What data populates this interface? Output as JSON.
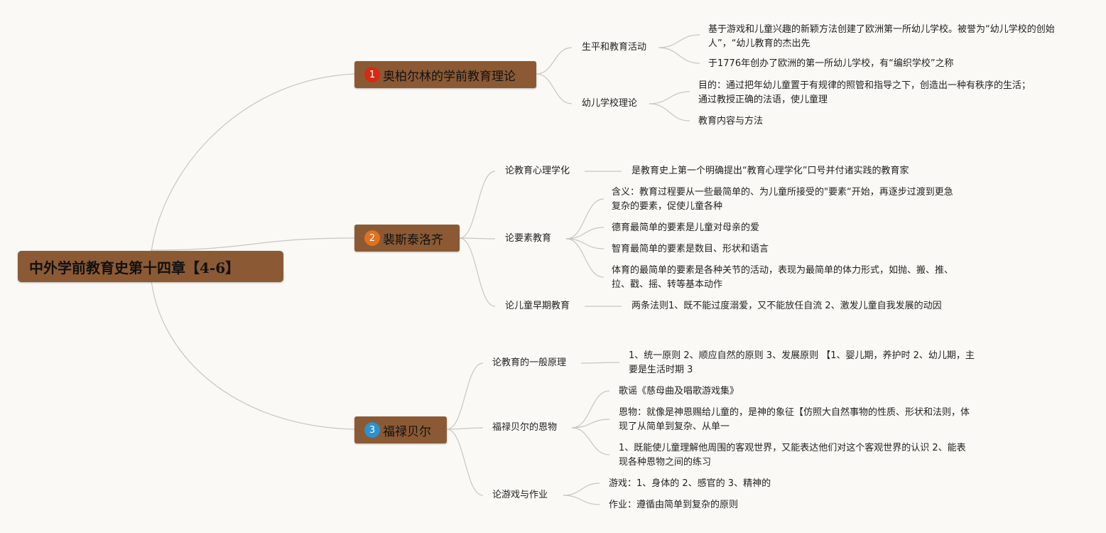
{
  "root": {
    "title": "中外学前教育史第十四章【4-6】"
  },
  "colors": {
    "node_fill": "#8b5a34",
    "badge_1": "#d52a13",
    "badge_2": "#e0711d",
    "badge_3": "#2a92cf",
    "link": "#c9c6c0"
  },
  "branches": [
    {
      "num": "1",
      "title": "奥柏尔林的学前教育理论",
      "subs": [
        {
          "label": "生平和教育活动",
          "leaves": [
            "基于游戏和儿童兴趣的新颖方法创建了欧洲第一所幼儿学校。被誉为“幼儿学校的创始人”，“幼儿教育的杰出先",
            "于1776年创办了欧洲的第一所幼儿学校，有“编织学校”之称"
          ]
        },
        {
          "label": "幼儿学校理论",
          "leaves": [
            "目的：通过把年幼儿童置于有规律的照管和指导之下，创造出一种有秩序的生活；通过教授正确的法语，使儿童理",
            "教育内容与方法"
          ]
        }
      ]
    },
    {
      "num": "2",
      "title": "裴斯泰洛齐",
      "subs": [
        {
          "label": "论教育心理学化",
          "leaves": [
            "是教育史上第一个明确提出“教育心理学化”口号并付诸实践的教育家"
          ]
        },
        {
          "label": "论要素教育",
          "leaves": [
            "含义：教育过程要从一些最简单的、为儿童所接受的\"要素“开始，再逐步过渡到更急复杂的要素，促使儿童各种",
            "德育最简单的要素是儿童对母亲的爱",
            "智育最简单的要素是数目、形状和语言",
            "体育的最简单的要素是各种关节的活动，表现为最简单的体力形式，如抛、搬、推、拉、戳、摇、转等基本动作"
          ]
        },
        {
          "label": "论儿童早期教育",
          "leaves": [
            "两条法则1、既不能过度溺爱，又不能放任自流 2、激发儿童自我发展的动因"
          ]
        }
      ]
    },
    {
      "num": "3",
      "title": "福禄贝尔",
      "subs": [
        {
          "label": "论教育的一般原理",
          "leaves": [
            "1、统一原则 2、顺应自然的原则 3、发展原则 【1、婴儿期，养护时 2、幼儿期，主要是生活时期 3"
          ]
        },
        {
          "label": "福禄贝尔的恩物",
          "leaves": [
            "歌谣《慈母曲及唱歌游戏集》",
            "恩物：就像是神恩赐给儿童的，是神的象征【仿照大自然事物的性质、形状和法则，体现了从简单到复杂、从单一",
            "1、既能使儿童理解他周围的客观世界，又能表达他们对这个客观世界的认识 2、能表现各种恩物之间的练习"
          ]
        },
        {
          "label": "论游戏与作业",
          "leaves": [
            "游戏：1、身体的 2、感官的 3、精神的",
            "作业：遵循由简单到复杂的原则"
          ]
        }
      ]
    }
  ]
}
